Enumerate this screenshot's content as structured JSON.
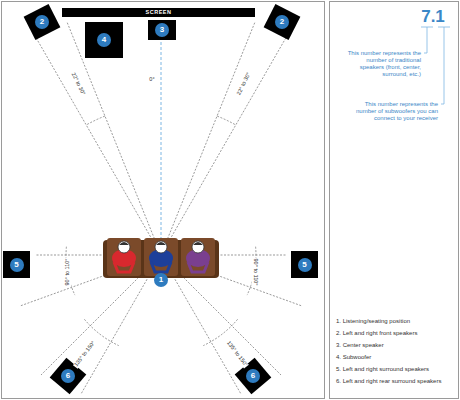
{
  "diagram": {
    "nodes": [
      {
        "text": [
          "SCREEN"
        ]
      },
      {
        "text": [
          "2"
        ]
      },
      {
        "text": [
          "4"
        ]
      },
      {
        "text": [
          "3"
        ]
      },
      {
        "text": [
          "2"
        ]
      },
      {
        "text": [
          "5"
        ]
      },
      {
        "text": [
          "5"
        ]
      },
      {
        "text": [
          "1"
        ]
      },
      {
        "text": [
          "6"
        ]
      },
      {
        "text": [
          "6"
        ]
      }
    ],
    "labels": [
      "0°",
      "22° to 30°",
      "22° to 30°",
      "90° to 110°",
      "90° to 110°",
      "135° to 150°",
      "135° to 150°",
      "7.1",
      "This number represents the number of traditional speakers (front, center, surround, etc.)",
      "This number represents the number of subwoofers you can connect to your receiver",
      "1. Listening/seating position",
      "2. Left and right front speakers",
      "3. Center speaker",
      "4. Subwoofer",
      "5. Left and right surround speakers",
      "6. Left and right rear surround speakers"
    ]
  }
}
